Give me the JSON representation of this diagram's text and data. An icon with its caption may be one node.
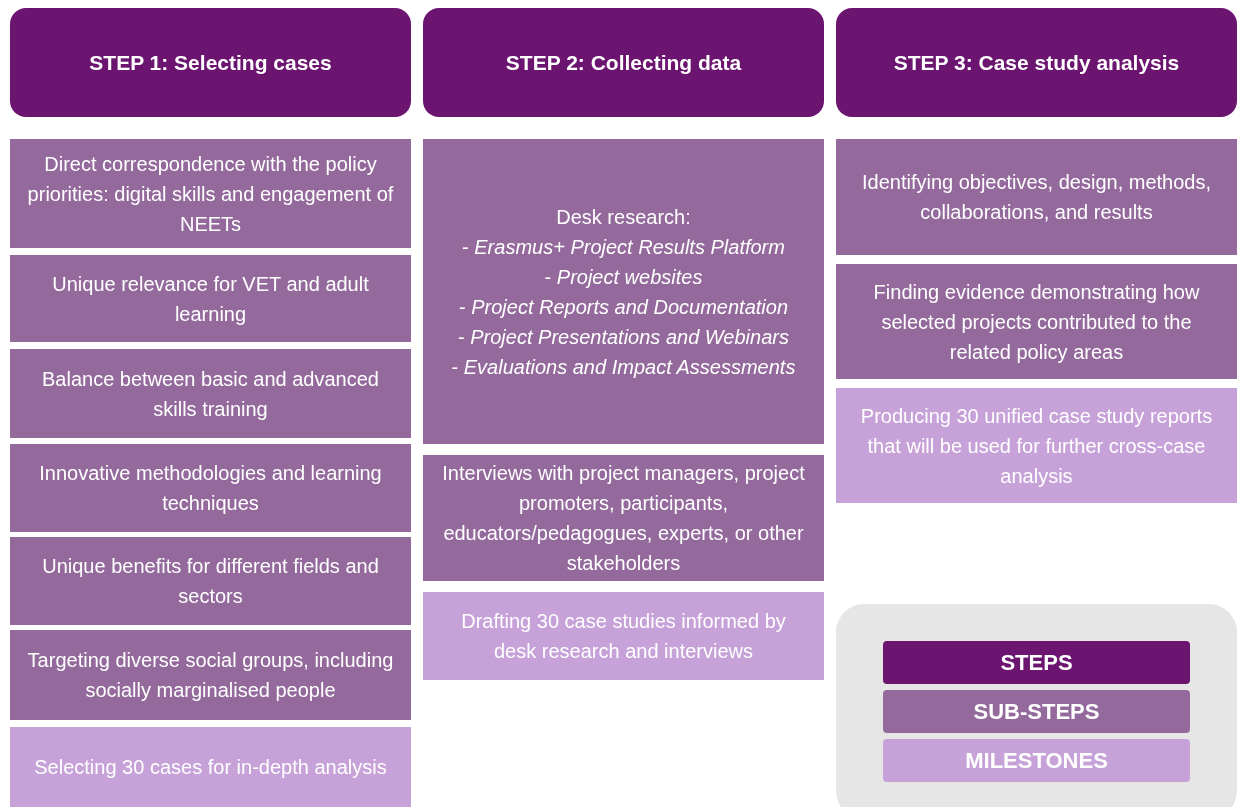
{
  "diagram": {
    "nodes": [
      {
        "text": [
          "STEP 1: Selecting cases"
        ]
      },
      {
        "text": [
          "STEP 2: Collecting data"
        ]
      },
      {
        "text": [
          "STEP 3: Case study analysis"
        ]
      },
      {
        "text": [
          "Direct correspondence with the policy priorities: digital skills and engagement of NEETs"
        ]
      },
      {
        "text": [
          "Unique relevance for VET and adult learning"
        ]
      },
      {
        "text": [
          "Balance between basic and advanced skills training"
        ]
      },
      {
        "text": [
          "Innovative methodologies and learning techniques"
        ]
      },
      {
        "text": [
          "Unique benefits for different fields and sectors"
        ]
      },
      {
        "text": [
          "Targeting diverse social groups, including socially marginalised people"
        ]
      },
      {
        "text": [
          "Selecting 30 cases for in-depth analysis"
        ]
      },
      {
        "text": [
          "Desk research:",
          "- *Erasmus+ Project Results Platform*",
          "- *Project websites*",
          "- *Project Reports and Documentation*",
          "- *Project Presentations and Webinars*",
          "- *Evaluations and Impact Assessments*"
        ]
      },
      {
        "text": [
          "Interviews with project managers, project promoters, participants, educators/pedagogues, experts, or other stakeholders"
        ]
      },
      {
        "text": [
          "Drafting 30 case studies informed by desk research and interviews"
        ]
      },
      {
        "text": [
          "Identifying objectives, design, methods, collaborations, and results"
        ]
      },
      {
        "text": [
          "Finding evidence demonstrating how selected projects contributed to the related policy areas"
        ]
      },
      {
        "text": [
          "Producing 30 unified case study reports that will be used for further cross-case analysis"
        ]
      }
    ],
    "legend": [
      {
        "text": "STEPS",
        "color": "#6b1470"
      },
      {
        "text": "SUB-STEPS",
        "color": "#946a9d"
      },
      {
        "text": "MILESTONES",
        "color": "#c6a2d8"
      }
    ]
  }
}
